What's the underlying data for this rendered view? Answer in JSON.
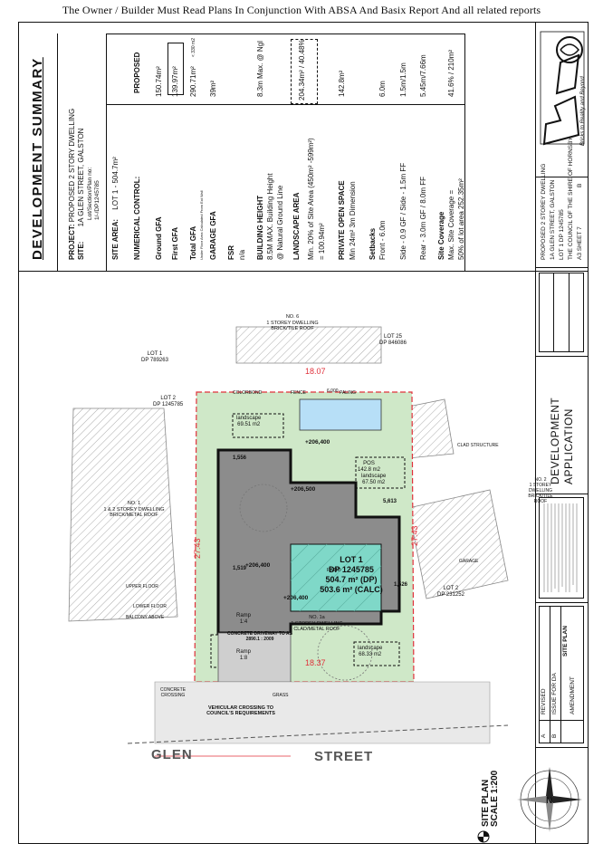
{
  "banner": "The Owner / Builder Must Read Plans In Conjunction With ABSA And Basix Report And all related reports",
  "summary": {
    "title": "DEVELOPMENT SUMMARY",
    "project_label": "PROJECT:",
    "project_value": "PROPOSED 2 STORY DWELLING",
    "site_label": "SITE:",
    "site_value": "1A GLEN STREET, GALSTON",
    "lot_line1": "Lot/Section/Plan no:",
    "lot_line2": "1/-/DP1245785",
    "site_area_label": "SITE AREA:",
    "site_area_value": "LOT 1 - 504.7m²",
    "numerical_control": "NUMERICAL CONTROL:",
    "proposed": "PROPOSED",
    "ground_gfa": "Ground GFA",
    "ground_val": "150.74m²",
    "first_gfa": "First GFA",
    "first_val": "139.97m²",
    "total_gfa": "Total GFA",
    "total_note": "Under Floor Area Calculated From Ext Wall",
    "total_val": "290.71m²",
    "total_cap": "< 330 m2",
    "garage_gfa": "GARAGE GFA",
    "garage_val": "39m²",
    "fsr": "FSR",
    "fsr_val": "n/a",
    "height_label": "BUILDING HEIGHT",
    "height_rule1": "8.5M MAX. Building Height",
    "height_rule2": "@ Natural Ground Line",
    "height_val": "8.3m Max. @ Ngl",
    "landscape_label": "LANDSCAPE AREA",
    "landscape_rule1": "Min. 20% of Site Area (450m² -599m²)",
    "landscape_rule2": "= 100.94m²",
    "landscape_val": "204.34m² / 40.48%",
    "pos_label": "PRIVATE OPEN SPACE",
    "pos_rule": "Min 24m² 3m Dimension",
    "pos_val": "142.8m²",
    "setbacks_label": "Setbacks",
    "setback_front": "Front - 6.0m",
    "setback_front_val": "6.0m",
    "setback_side": "Side - 0.9 GF / Side - 1.5m FF",
    "setback_side_val": "1.5m/1.5m",
    "setback_rear": "Rear - 3.0m GF / 8.0m FF",
    "setback_rear_val": "5.45m/7.66m",
    "coverage_label": "Site Coverage",
    "coverage_rule1": "Max. Site Coverage =",
    "coverage_rule2": "50% of lot area 252.35m²",
    "coverage_val": "41.6% / 210m²"
  },
  "titleblock": {
    "brand": "Bricks to Reality and Beyond",
    "project_line1": "PROPOSED 2 STOREY DWELLING",
    "project_line2": "1A GLEN STREET, GALSTON",
    "project_line3": "LOT 1 DP 1245785",
    "project_line4": "THE COUNCIL OF THE SHIRE OF HORNSBY",
    "sheet": "A3 SHEET 7",
    "rev": "B",
    "drawing_title1": "DEVELOPMENT",
    "drawing_title2": "APPLICATION",
    "drawing_name": "SITE PLAN",
    "amendment": "AMENDMENT",
    "rev_a": "A",
    "rev_b": "B",
    "rev_a_text": "REVISED",
    "rev_b_text": "ISSUE FOR DA"
  },
  "plan": {
    "street1": "GLEN",
    "street2": "STREET",
    "scale_title": "SITE PLAN",
    "scale_value": "SCALE 1:200",
    "lot_title": "LOT 1",
    "lot_dp": "DP 1245785",
    "lot_area_dp": "504.7 m² (DP)",
    "lot_area_calc": "503.6 m² (CALC)",
    "lot1_dp789": "LOT 1",
    "dp789": "DP 789263",
    "lot2_left": "LOT 2",
    "dp_left": "DP 1245785",
    "lot25": "LOT 25",
    "dp846086": "DP 846086",
    "lot2_right": "LOT 2",
    "dp231252": "DP 231252",
    "no6": "NO. 6",
    "no6_desc": "1 STOREY DWELLING BRICK/TILE ROOF",
    "no1": "NO. 1",
    "no1_desc": "1 & 2 STOREY DWELLING BRICK/METAL ROOF",
    "no1a": "NO. 1a",
    "no1a_desc": "1 STOREY DWELLING CLAD/METAL ROOF",
    "no2": "NO. 2",
    "no2_desc": "1 STOREY DWELLING BRICK/TILE ROOF",
    "landscape1": "landscape",
    "landscape1_val": "69.51 m2",
    "landscape2": "landscape",
    "landscape2_val": "67.50 m2",
    "landscape3": "landscape",
    "landscape3_val": "68.33 m2",
    "pos": "POS",
    "pos_val": "142.8 m2",
    "rl1": "+206,400",
    "rl2": "+206,500",
    "rl3": "+206,400",
    "rl4": "+206,400",
    "dim_top": "27.43",
    "dim_right": "27.43",
    "dim_front": "18.37",
    "dim_left": "18.07",
    "d1556": "1,556",
    "d1519": "1,519",
    "d1526": "1,526",
    "d5613": "5,613",
    "d6000": "6,000",
    "ramp1": "Ramp",
    "ramp1_val": "1:4",
    "ramp2": "Ramp",
    "ramp2_val": "1:8",
    "driveway": "CONCRETE DRIVEWAY TO AS 2890.1 : 2009",
    "crossing": "VEHICULAR CROSSING TO COUNCIL'S REQUIREMENTS",
    "grass": "GRASS",
    "patio": "PATIO",
    "upper_floor": "UPPER FLOOR",
    "lower_floor": "LOWER FLOOR",
    "balcony": "BALCONY ABOVE",
    "garage": "GARAGE",
    "clad": "CLAD STRUCTURE",
    "concrete": "CONCRETE CROSSING",
    "colorbond": "COLORBOND",
    "fence": "FENCE",
    "paling": "PALING"
  },
  "colors": {
    "site_fill": "#cfe8c8",
    "house_fill": "#8c8c8c",
    "pos_fill": "#7fd8c8",
    "pool": "#b7dff7",
    "boundary": "#e0303a"
  }
}
